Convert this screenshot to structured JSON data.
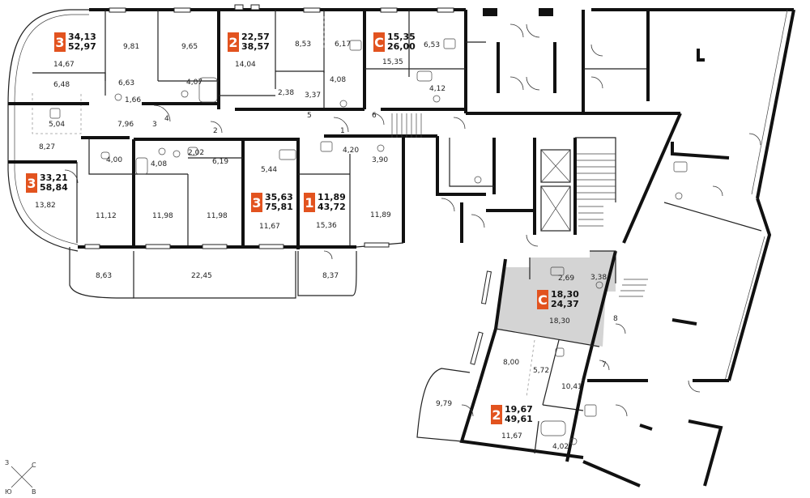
{
  "colors": {
    "badge": "#e2531f",
    "highlight": "#d4d4d4",
    "wall": "#111111"
  },
  "apartments": [
    {
      "id": "a1",
      "type": "3",
      "living": "34,13",
      "total": "52,97"
    },
    {
      "id": "a2",
      "type": "2",
      "living": "22,57",
      "total": "38,57"
    },
    {
      "id": "a3",
      "type": "С",
      "living": "15,35",
      "total": "26,00"
    },
    {
      "id": "a4",
      "type": "3",
      "living": "33,21",
      "total": "58,84"
    },
    {
      "id": "a5",
      "type": "3",
      "living": "35,63",
      "total": "75,81"
    },
    {
      "id": "a6",
      "type": "1",
      "living": "11,89",
      "total": "43,72"
    },
    {
      "id": "a7",
      "type": "С",
      "living": "18,30",
      "total": "24,37"
    },
    {
      "id": "a8",
      "type": "2",
      "living": "19,67",
      "total": "49,61"
    }
  ],
  "rooms": [
    "9,81",
    "9,65",
    "14,67",
    "6,48",
    "6,63",
    "4,07",
    "1,66",
    "5,04",
    "7,96",
    "8,27",
    "13,82",
    "4,00",
    "4,08",
    "2,02",
    "6,19",
    "5,44",
    "11,12",
    "11,98",
    "11,98",
    "11,67",
    "8,63",
    "22,45",
    "14,04",
    "8,53",
    "6,17",
    "2,38",
    "3,37",
    "4,08",
    "6,53",
    "15,35",
    "4,12",
    "4,20",
    "3,90",
    "15,36",
    "11,89",
    "8,37",
    "2,69",
    "3,38",
    "18,30",
    "8,00",
    "5,72",
    "10,41",
    "9,79",
    "11,67",
    "4,02"
  ],
  "stairs": [
    "3",
    "4",
    "2",
    "5",
    "1",
    "6",
    "8",
    "7"
  ],
  "compass": {
    "west": "З",
    "north": "С",
    "south": "Ю",
    "east": "В"
  }
}
